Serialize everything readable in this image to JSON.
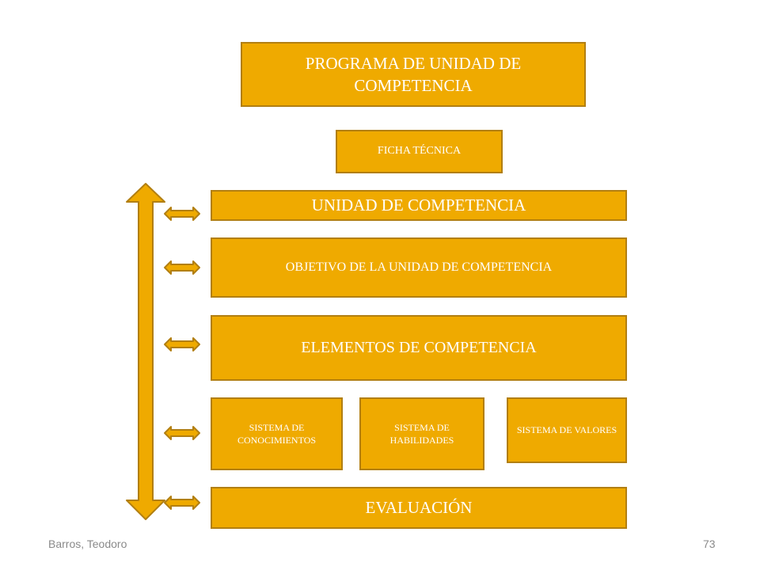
{
  "diagram": {
    "title": "PROGRAMA DE UNIDAD DE COMPETENCIA",
    "ficha_tecnica": "FICHA TÉCNICA",
    "unidad": "UNIDAD DE COMPETENCIA",
    "objetivo": "OBJETIVO DE LA UNIDAD DE COMPETENCIA",
    "elementos": "ELEMENTOS DE COMPETENCIA",
    "sistemas": {
      "conocimientos": "SISTEMA DE CONOCIMIENTOS",
      "habilidades": "SISTEMA DE HABILIDADES",
      "valores": "SISTEMA DE VALORES"
    },
    "evaluacion": "EVALUACIÓN"
  },
  "colors": {
    "box_fill": "#EFAA00",
    "box_border": "#B27F12",
    "text": "#ffffff"
  },
  "footer": {
    "author": "Barros, Teodoro",
    "page_number": "73"
  }
}
